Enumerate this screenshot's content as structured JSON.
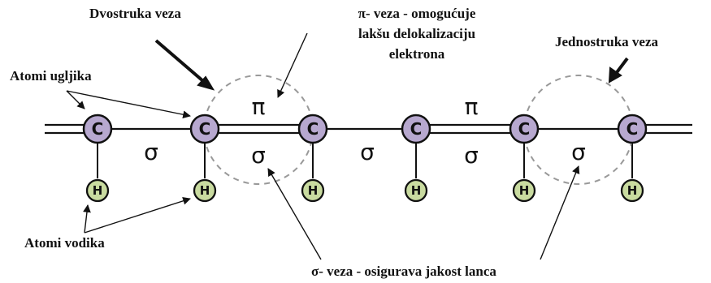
{
  "labels": {
    "double_bond": "Dvostruka veza",
    "single_bond": "Jednostruka veza",
    "carbon_atoms": "Atomi ugljika",
    "hydrogen_atoms": "Atomi vodika",
    "pi_bond_line1": "π- veza - omogućuje",
    "pi_bond_line2": "lakšu delokalizaciju",
    "pi_bond_line3": "elektrona",
    "sigma_bond": "σ- veza - osigurava jakost lanca"
  },
  "atoms": {
    "carbon_symbol": "C",
    "hydrogen_symbol": "H"
  },
  "bond_symbols": {
    "sigma": "σ",
    "pi": "π"
  },
  "colors": {
    "carbon_fill": "#b7a8cf",
    "hydrogen_fill": "#c9dba0",
    "outline": "#111111",
    "bond_ring": "#999999"
  }
}
